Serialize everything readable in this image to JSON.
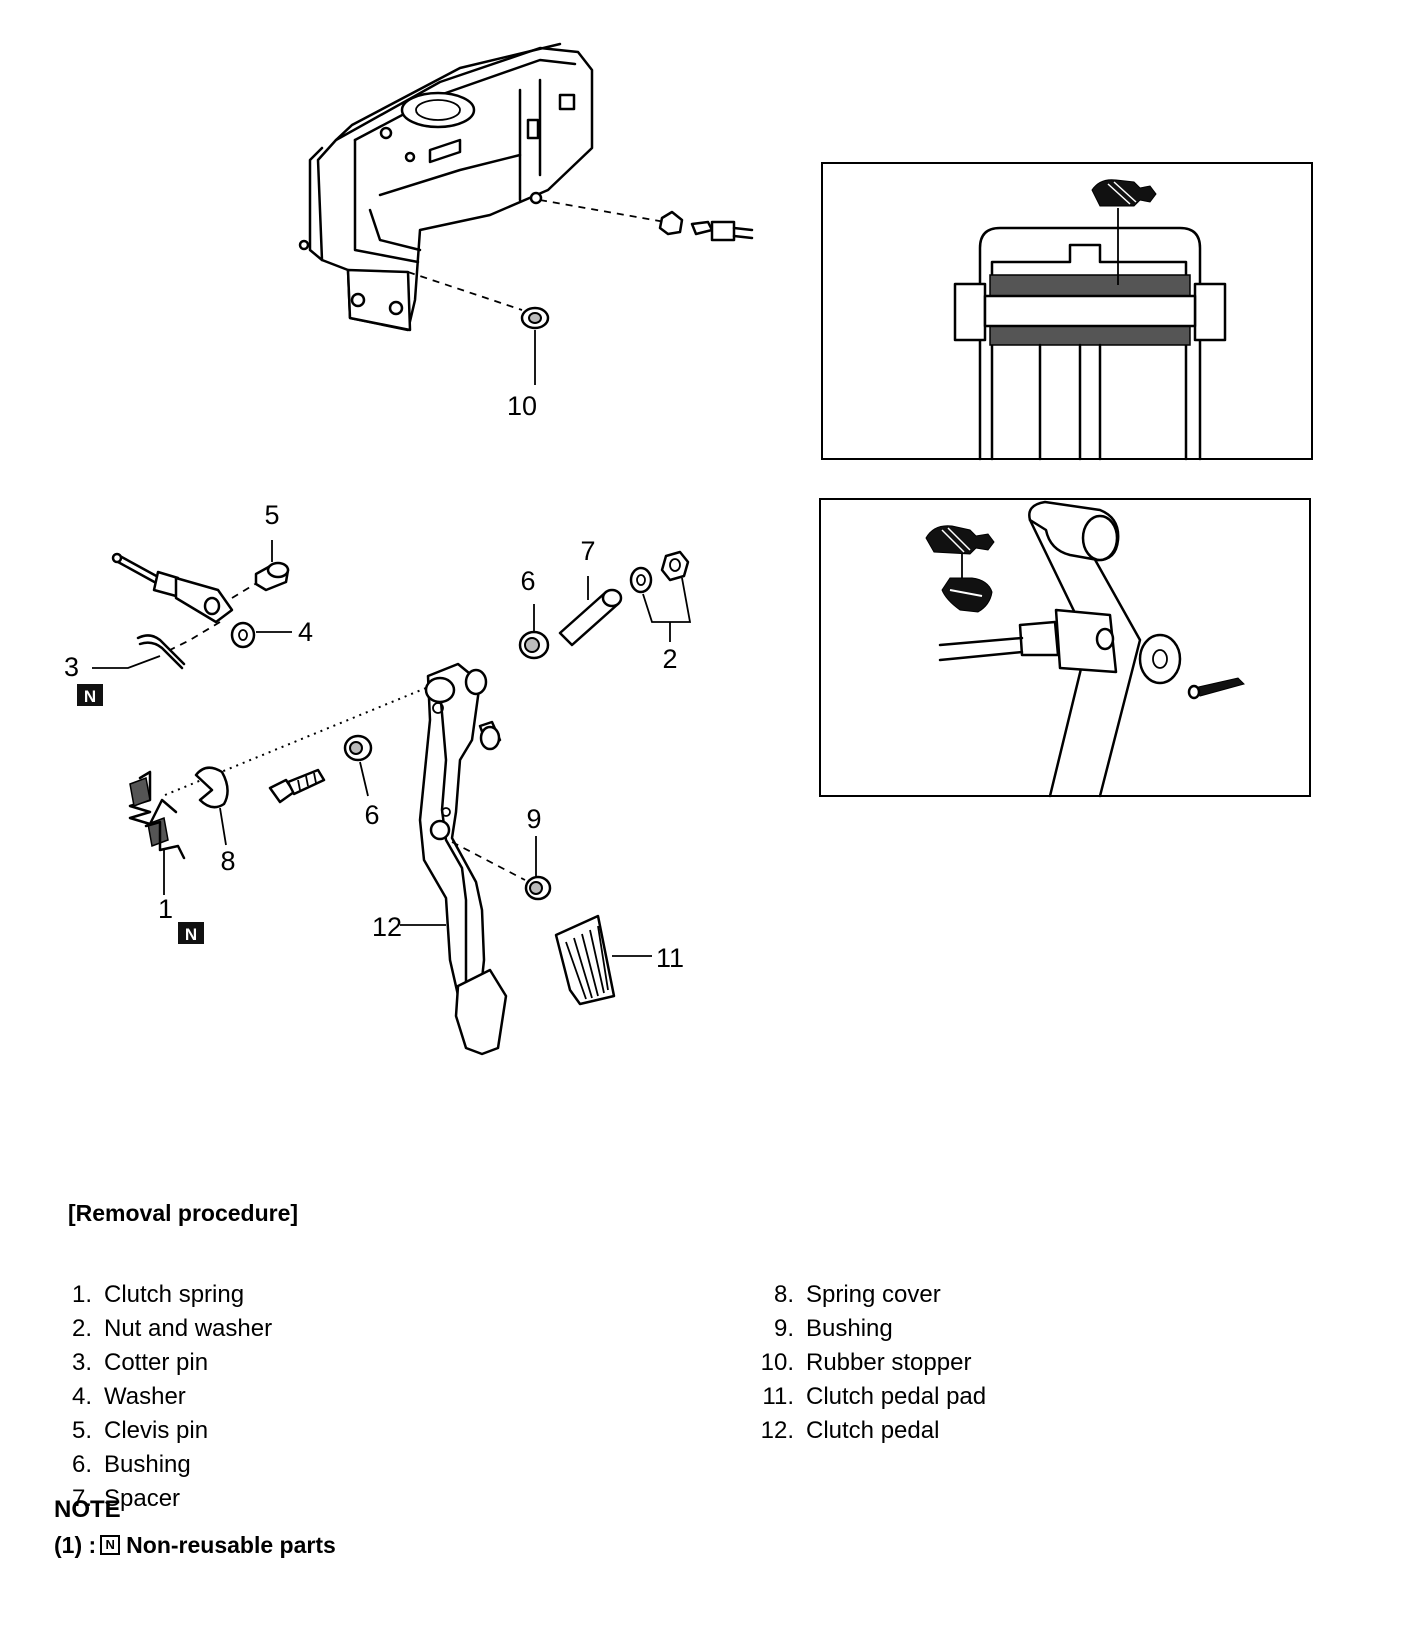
{
  "diagram": {
    "callouts": {
      "c1": "1",
      "c2": "2",
      "c3": "3",
      "c4": "4",
      "c5": "5",
      "c6a": "6",
      "c6b": "6",
      "c7": "7",
      "c8": "8",
      "c9": "9",
      "c10": "10",
      "c11": "11",
      "c12": "12"
    },
    "non_reusable_mark": "N",
    "icons": [
      "grease-gun-icon",
      "grease-gun-icon"
    ]
  },
  "procedure": {
    "title": "[Removal procedure]",
    "items_left": [
      {
        "num": "1.",
        "label": "Clutch spring"
      },
      {
        "num": "2.",
        "label": "Nut and washer"
      },
      {
        "num": "3.",
        "label": "Cotter pin"
      },
      {
        "num": "4.",
        "label": "Washer"
      },
      {
        "num": "5.",
        "label": "Clevis pin"
      },
      {
        "num": "6.",
        "label": "Bushing"
      },
      {
        "num": "7.",
        "label": "Spacer"
      }
    ],
    "items_right": [
      {
        "num": "8.",
        "label": "Spring cover"
      },
      {
        "num": "9.",
        "label": "Bushing"
      },
      {
        "num": "10.",
        "label": "Rubber stopper"
      },
      {
        "num": "11.",
        "label": "Clutch pedal pad"
      },
      {
        "num": "12.",
        "label": "Clutch pedal"
      }
    ]
  },
  "note": {
    "title": "NOTE",
    "prefix": "(1) :",
    "mark": "N",
    "text": "Non-reusable parts"
  }
}
